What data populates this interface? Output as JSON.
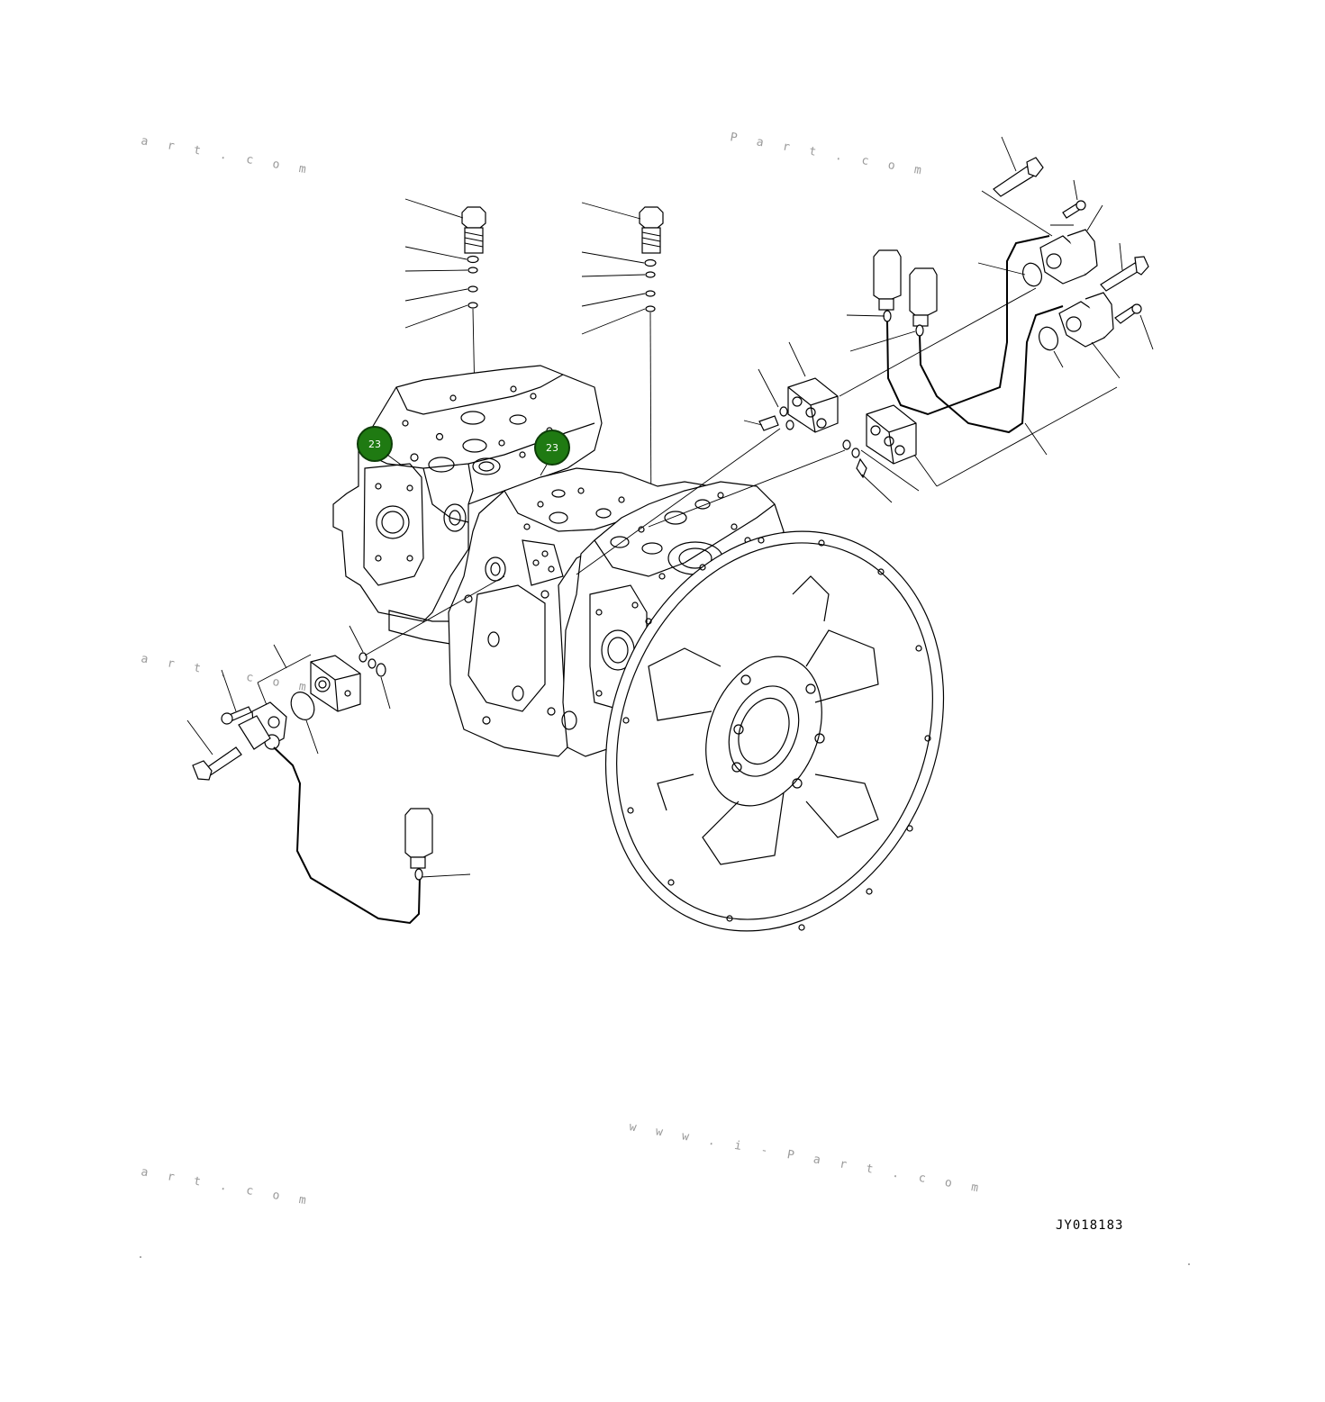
{
  "drawing": {
    "code": "JY018183",
    "callouts": [
      {
        "label": "23",
        "color": "#1f7a12",
        "border": "#0d3d08"
      },
      {
        "label": "23",
        "color": "#1f7a12",
        "border": "#0d3d08"
      }
    ]
  },
  "watermarks": {
    "tl": "a r t . c o m",
    "tr": "P a r t . c o m",
    "ml": "a r t . c o m",
    "bc": "w w w . i - P a r t . c o m",
    "bl": "a r t . c o m"
  }
}
